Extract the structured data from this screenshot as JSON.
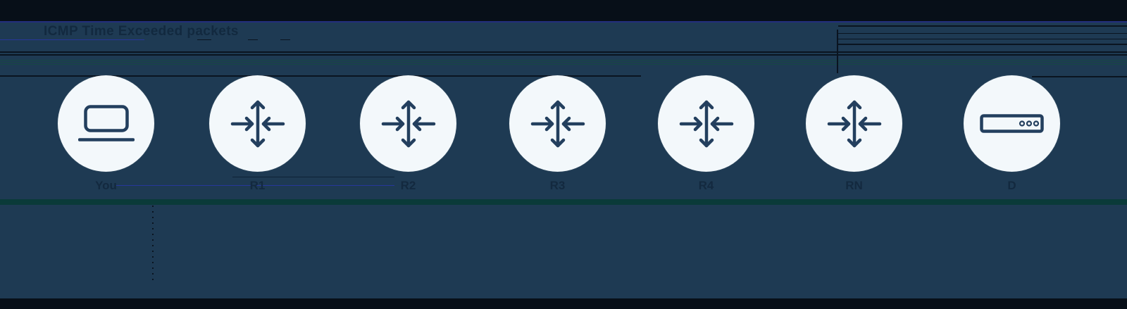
{
  "title": "ICMP Time Exceeded packets",
  "colors": {
    "background": "#1e3a53",
    "letterbox_band": "#070f18",
    "circle_fill": "#f3f8fb",
    "icon_stroke": "#233f5e",
    "muted_text": "#13293f",
    "accent_blue_line": "#27379a",
    "accent_teal_band": "#0a3a39"
  },
  "nodes": [
    {
      "label": "You",
      "icon": "laptop-icon"
    },
    {
      "label": "R1",
      "icon": "router-icon"
    },
    {
      "label": "R2",
      "icon": "router-icon"
    },
    {
      "label": "R3",
      "icon": "router-icon"
    },
    {
      "label": "R4",
      "icon": "router-icon"
    },
    {
      "label": "RN",
      "icon": "router-icon"
    },
    {
      "label": "D",
      "icon": "server-icon"
    }
  ]
}
